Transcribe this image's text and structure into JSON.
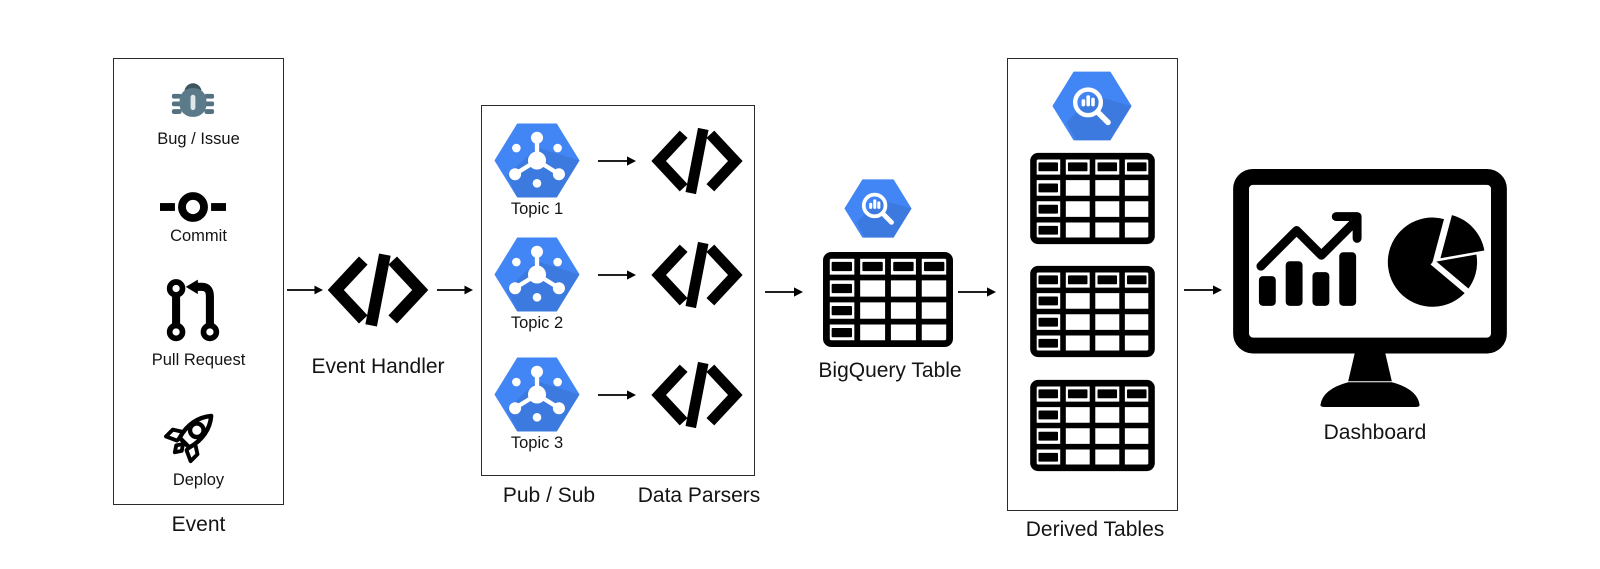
{
  "background": "#ffffff",
  "colors": {
    "gcp_blue": "#4285F4",
    "bug_body": "#5B7A8A",
    "bug_head": "#3E5560",
    "ink": "#000000"
  },
  "event_group": {
    "label": "Event",
    "items": [
      {
        "icon": "bug-icon",
        "label": "Bug / Issue"
      },
      {
        "icon": "git-commit-icon",
        "label": "Commit"
      },
      {
        "icon": "git-pull-request-icon",
        "label": "Pull Request"
      },
      {
        "icon": "rocket-icon",
        "label": "Deploy"
      }
    ]
  },
  "event_handler": {
    "icon": "code-icon",
    "label": "Event Handler"
  },
  "pubsub": {
    "group_label": "Pub / Sub",
    "parsers_label": "Data Parsers",
    "topics": [
      {
        "icon": "pubsub-hexagon-icon",
        "label": "Topic 1",
        "parser_icon": "code-icon"
      },
      {
        "icon": "pubsub-hexagon-icon",
        "label": "Topic 2",
        "parser_icon": "code-icon"
      },
      {
        "icon": "pubsub-hexagon-icon",
        "label": "Topic 3",
        "parser_icon": "code-icon"
      }
    ]
  },
  "bigquery": {
    "icon": "bigquery-hexagon-icon",
    "table_icon": "table-icon",
    "label": "BigQuery Table"
  },
  "derived_tables": {
    "icon": "bigquery-hexagon-icon",
    "table_icon": "table-icon",
    "label": "Derived Tables",
    "table_count": 3
  },
  "dashboard": {
    "icon": "dashboard-monitor-icon",
    "label": "Dashboard"
  }
}
